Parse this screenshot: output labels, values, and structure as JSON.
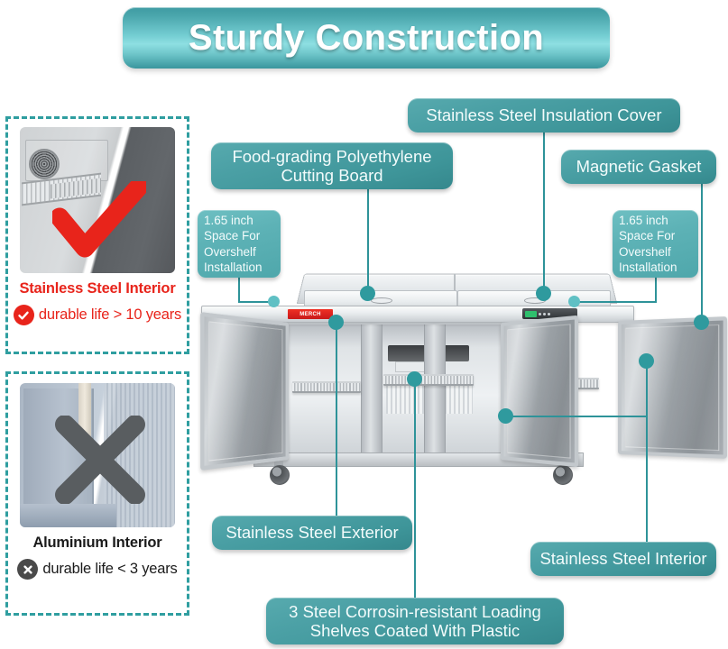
{
  "title": {
    "text": "Sturdy Construction"
  },
  "comparison": {
    "good": {
      "photo_alt": "stainless-steel-interior-photo",
      "mark": "check",
      "caption": "Stainless Steel Interior",
      "life_badge": "✔",
      "life_text": "durable life > 10 years",
      "color": "#e8241b"
    },
    "bad": {
      "photo_alt": "aluminium-interior-photo",
      "mark": "cross",
      "caption": "Aluminium Interior",
      "life_badge": "✖",
      "life_text": "durable life < 3 years",
      "color": "#1b1b1b"
    }
  },
  "callouts": {
    "insulation_cover": "Stainless Steel Insulation Cover",
    "cutting_board": "Food-grading  Polyethylene\nCutting Board",
    "magnetic_gasket": "Magnetic Gasket",
    "overshelf_left": "1.65 inch\nSpace For\nOvershelf\nInstallation",
    "overshelf_right": "1.65 inch\nSpace For\nOvershelf\nInstallation",
    "exterior": "Stainless Steel Exterior",
    "interior": "Stainless Steel Interior",
    "shelves": "3 Steel Corrosin-resistant Loading\nShelves Coated With Plastic"
  },
  "product": {
    "brand_badge": "MERCH",
    "type": "3-door commercial sandwich prep refrigerator"
  },
  "colors": {
    "teal_banner": "#4aa6ac",
    "teal_banner_light": "#8edfe2",
    "teal_label": "#3e9599",
    "teal_label_light": "#5db2b6",
    "connector": "#2e9399",
    "dot": "#2f9a9e",
    "dashed_border": "#2f9ea0",
    "red": "#e8241b",
    "dark": "#1b1b1b"
  }
}
